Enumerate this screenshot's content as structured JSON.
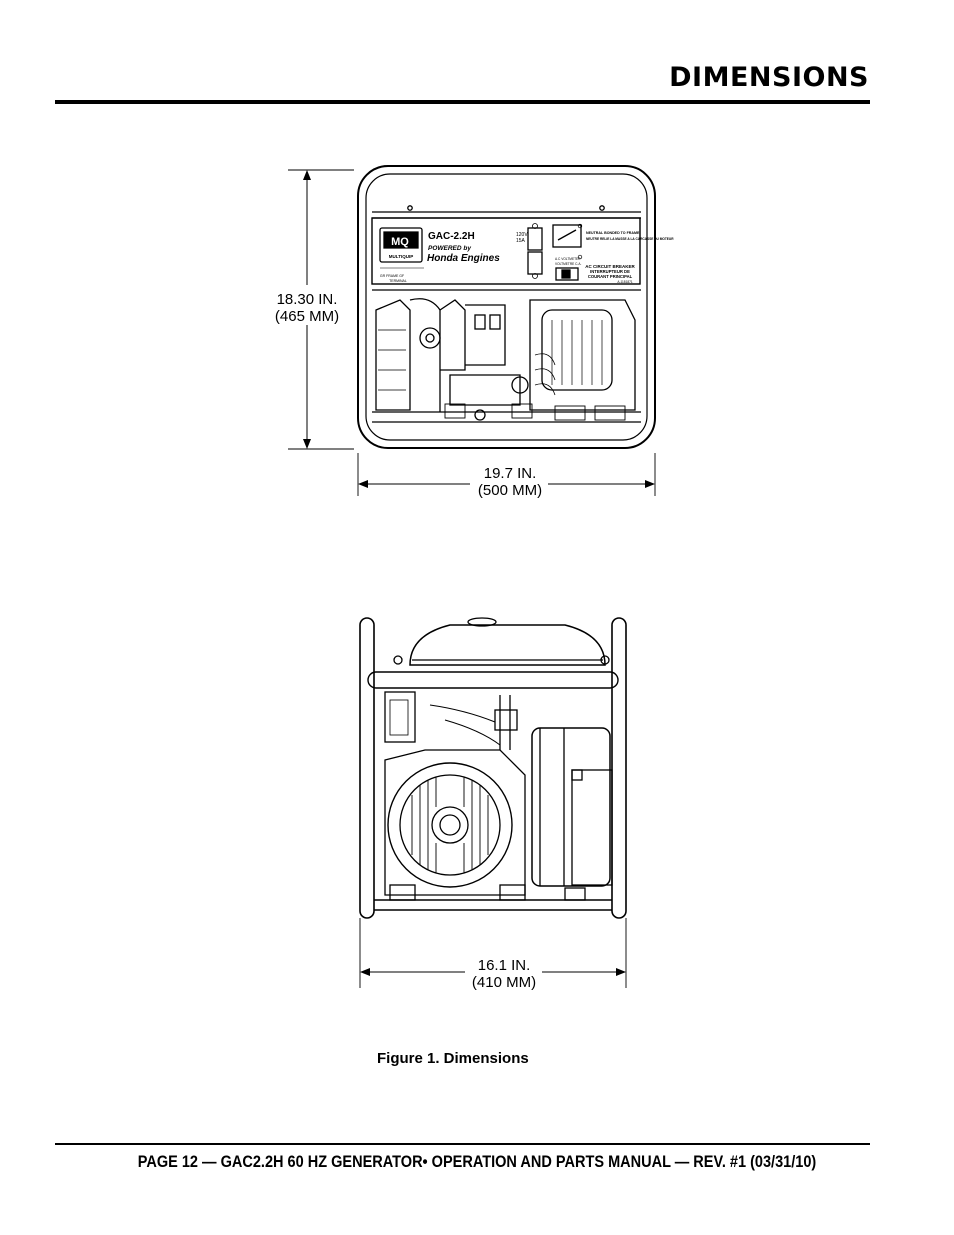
{
  "header": {
    "title": "DIMENSIONS"
  },
  "front_view": {
    "height_label": "18.30 IN.",
    "height_label_mm": "(465 MM)",
    "width_label": "19.7 IN.",
    "width_label_mm": "(500 MM)",
    "panel": {
      "model": "GAC-2.2H",
      "powered_by": "POWERED by",
      "engine": "Honda Engines",
      "logo": "MQ",
      "logo_brand": "MULTIQUIP",
      "voltage": "120V",
      "amperage": "15A",
      "neutral_note_en": "NEUTRAL BONDED TO FRAME",
      "neutral_note_fr": "NEUTRE RELIE LA MASSE A LA CARCASSE DU MOTEUR",
      "breaker_title": "AC CIRCUIT BREAKER",
      "breaker_fr_1": "INTERRUPTEUR DE",
      "breaker_fr_2": "COURANT PRINCIPAL",
      "ac_switch": "A.C VOLTMETER",
      "ac_switch_fr": "VOLTMETRE C.A.",
      "frame_text": "GR FRAME GF",
      "frame_text_2": "TERMINAL",
      "part_no": "A-1181871"
    }
  },
  "side_view": {
    "width_label": "16.1 IN.",
    "width_label_mm": "(410 MM)"
  },
  "caption": "Figure 1. Dimensions",
  "footer": "PAGE 12 — GAC2.2H 60 HZ GENERATOR• OPERATION AND PARTS MANUAL — REV. #1 (03/31/10)"
}
